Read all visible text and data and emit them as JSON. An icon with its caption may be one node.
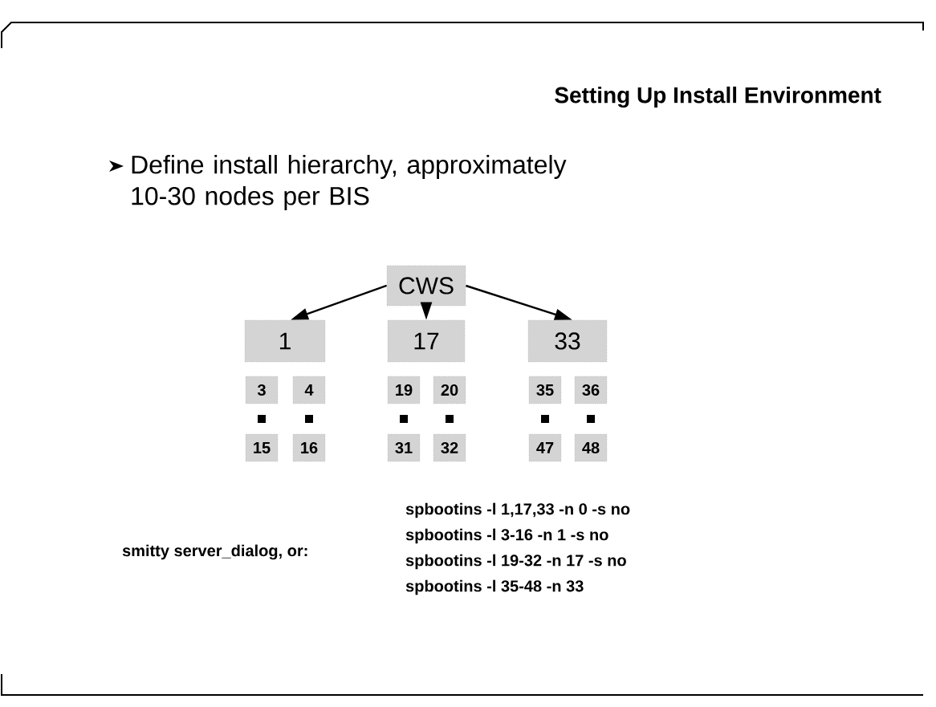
{
  "diagram": {
    "title": "Setting Up Install Environment",
    "nodes": [
      {
        "text": [
          "CWS"
        ]
      },
      {
        "text": [
          "1"
        ]
      },
      {
        "text": [
          "17"
        ]
      },
      {
        "text": [
          "33"
        ]
      },
      {
        "text": [
          "3"
        ]
      },
      {
        "text": [
          "4"
        ]
      },
      {
        "text": [
          "19"
        ]
      },
      {
        "text": [
          "20"
        ]
      },
      {
        "text": [
          "35"
        ]
      },
      {
        "text": [
          "36"
        ]
      },
      {
        "text": [
          "15"
        ]
      },
      {
        "text": [
          "16"
        ]
      },
      {
        "text": [
          "31"
        ]
      },
      {
        "text": [
          "32"
        ]
      },
      {
        "text": [
          "47"
        ]
      },
      {
        "text": [
          "48"
        ]
      }
    ],
    "edges": [
      {
        "from": 0,
        "to": 1,
        "arrow": "to"
      },
      {
        "from": 0,
        "to": 2,
        "arrow": "to"
      },
      {
        "from": 0,
        "to": 3,
        "arrow": "to"
      }
    ],
    "labels": [
      "Define install hierarchy,  approximately 10-30 nodes per BIS",
      "smitty server_dialog, or:",
      "spbootins -l 1,17,33 -n 0 -s no",
      "spbootins -l 3-16 -n 1 -s no",
      "spbootins -l 19-32 -n 17 -s no",
      "spbootins -l 35-48 -n 33"
    ]
  }
}
